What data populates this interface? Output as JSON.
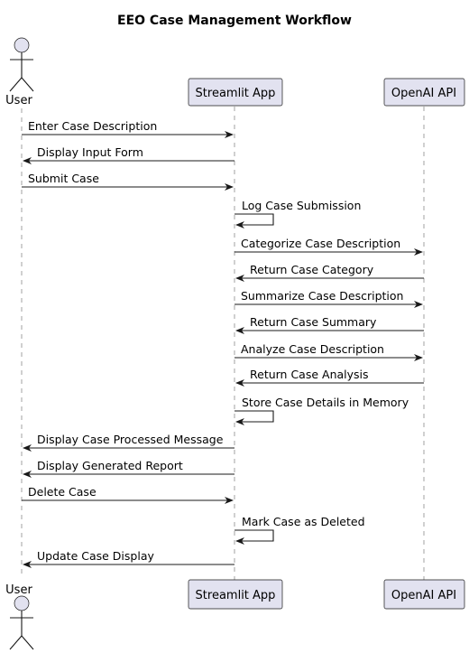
{
  "diagram": {
    "title": "EEO Case Management Workflow",
    "participants": [
      {
        "id": "user",
        "label": "User",
        "kind": "actor"
      },
      {
        "id": "app",
        "label": "Streamlit App",
        "kind": "box"
      },
      {
        "id": "api",
        "label": "OpenAI API",
        "kind": "box"
      }
    ],
    "messages": [
      {
        "from": "user",
        "to": "app",
        "label": "Enter Case Description"
      },
      {
        "from": "app",
        "to": "user",
        "label": "Display Input Form"
      },
      {
        "from": "user",
        "to": "app",
        "label": "Submit Case"
      },
      {
        "from": "app",
        "to": "app",
        "label": "Log Case Submission"
      },
      {
        "from": "app",
        "to": "api",
        "label": "Categorize Case Description"
      },
      {
        "from": "api",
        "to": "app",
        "label": "Return Case Category"
      },
      {
        "from": "app",
        "to": "api",
        "label": "Summarize Case Description"
      },
      {
        "from": "api",
        "to": "app",
        "label": "Return Case Summary"
      },
      {
        "from": "app",
        "to": "api",
        "label": "Analyze Case Description"
      },
      {
        "from": "api",
        "to": "app",
        "label": "Return Case Analysis"
      },
      {
        "from": "app",
        "to": "app",
        "label": "Store Case Details in Memory"
      },
      {
        "from": "app",
        "to": "user",
        "label": "Display Case Processed Message"
      },
      {
        "from": "app",
        "to": "user",
        "label": "Display Generated Report"
      },
      {
        "from": "user",
        "to": "app",
        "label": "Delete Case"
      },
      {
        "from": "app",
        "to": "app",
        "label": "Mark Case as Deleted"
      },
      {
        "from": "app",
        "to": "user",
        "label": "Update Case Display"
      }
    ]
  }
}
